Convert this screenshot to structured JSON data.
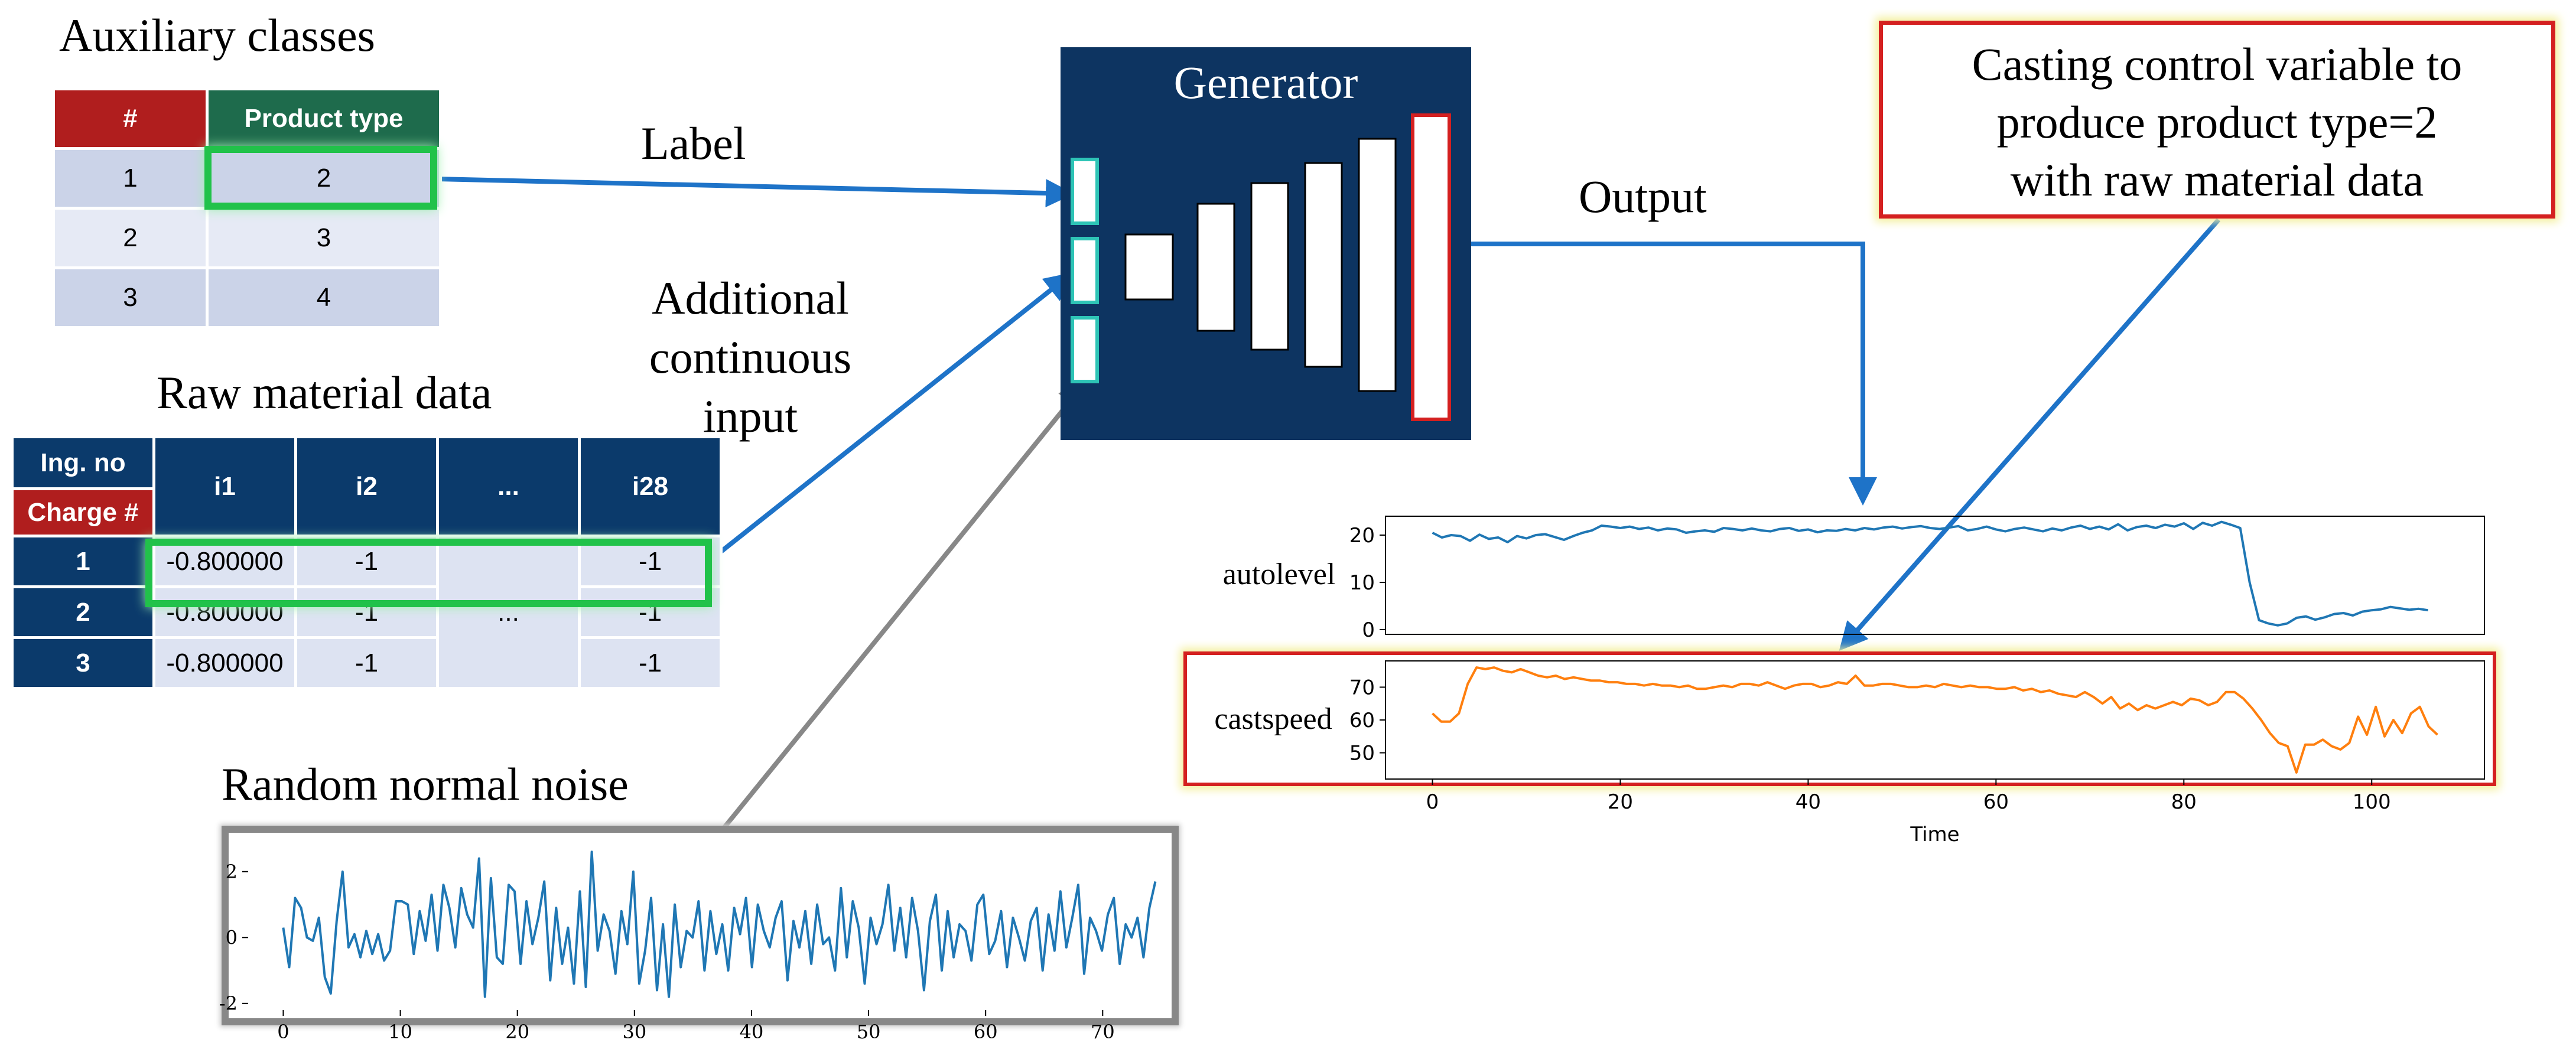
{
  "aux": {
    "title": "Auxiliary classes",
    "col_hash": "#",
    "col_product": "Product type",
    "rows": [
      {
        "num": "1",
        "type": "2"
      },
      {
        "num": "2",
        "type": "3"
      },
      {
        "num": "3",
        "type": "4"
      }
    ]
  },
  "raw": {
    "title": "Raw material data",
    "ing_label": "Ing. no",
    "charge_label": "Charge #",
    "cols": [
      "i1",
      "i2",
      "...",
      "i28"
    ],
    "rows": [
      {
        "charge": "1",
        "i1": "-0.800000",
        "i2": "-1",
        "i28": "-1"
      },
      {
        "charge": "2",
        "i1": "-0.800000",
        "i2": "-1",
        "i28": "-1"
      },
      {
        "charge": "3",
        "i1": "-0.800000",
        "i2": "-1",
        "i28": "-1"
      }
    ],
    "dots": "..."
  },
  "labels": {
    "label": "Label",
    "additional_1": "Additional",
    "additional_2": "continuous",
    "additional_3": "input",
    "generator": "Generator",
    "output": "Output",
    "noise_title": "Random normal noise",
    "callout_1": "Casting control variable to",
    "callout_2": "produce product type=2",
    "callout_3": "with raw material data"
  },
  "colors": {
    "navy": "#0d3461",
    "green_highlight": "#21c24a",
    "red": "#d42020",
    "arrow_blue": "#1e73c8",
    "arrow_gray": "#888888",
    "line_blue": "#1f77b4",
    "line_orange": "#ff7f0e"
  },
  "chart_data": [
    {
      "type": "line",
      "title": "",
      "xlabel": "",
      "ylabel": "",
      "xlim": [
        -3,
        77
      ],
      "ylim": [
        -2.2,
        3.0
      ],
      "xticks": [
        0,
        10,
        20,
        30,
        40,
        50,
        60,
        70
      ],
      "yticks": [
        -2,
        0,
        2
      ],
      "series": [
        {
          "x_start": 0,
          "values": [
            0.3,
            -0.9,
            1.2,
            0.9,
            0.0,
            -0.1,
            0.6,
            -1.2,
            -1.7,
            0.5,
            2.0,
            -0.3,
            0.1,
            -0.6,
            0.2,
            -0.5,
            0.1,
            -0.7,
            -0.4,
            1.1,
            1.1,
            1.0,
            -0.5,
            0.8,
            -0.1,
            1.3,
            -0.4,
            1.6,
            0.9,
            -0.3,
            1.5,
            0.7,
            0.3,
            2.4,
            -1.8,
            1.8,
            -0.6,
            -0.8,
            1.6,
            1.4,
            -0.8,
            1.1,
            -0.2,
            0.6,
            1.7,
            -1.3,
            0.9,
            -0.8,
            0.3,
            -1.4,
            1.4,
            -1.5,
            2.6,
            -0.4,
            0.7,
            0.2,
            -1.1,
            0.8,
            -0.2,
            2.0,
            -1.4,
            -0.4,
            1.2,
            -1.6,
            0.4,
            -1.8,
            1.0,
            -0.9,
            0.2,
            0.0,
            1.1,
            -1.0,
            0.8,
            -0.5,
            0.4,
            -1.0,
            0.9,
            0.1,
            1.2,
            -0.9,
            1.0,
            0.2,
            -0.3,
            0.6,
            1.1,
            -1.3,
            0.5,
            -0.3,
            0.8,
            -0.8,
            1.0,
            -0.2,
            0.0,
            -1.0,
            1.5,
            -0.6,
            1.1,
            0.3,
            -1.4,
            0.6,
            -0.2,
            0.4,
            1.6,
            -0.4,
            0.9,
            -0.6,
            1.2,
            0.2,
            -1.6,
            0.5,
            1.3,
            -1.0,
            0.8,
            -0.6,
            0.4,
            0.2,
            -0.7,
            1.0,
            1.3,
            -0.5,
            -0.1,
            0.8,
            -0.9,
            0.6,
            0.0,
            -0.7,
            0.5,
            0.9,
            -1.0,
            0.7,
            -0.4,
            1.4,
            -0.3,
            0.6,
            1.6,
            -1.1,
            0.6,
            0.2,
            -0.4,
            0.7,
            1.2,
            -0.8,
            0.4,
            0.0,
            0.6,
            -0.6,
            0.9,
            1.7
          ],
          "x_end": 74.5
        }
      ]
    },
    {
      "type": "line",
      "title": "",
      "ylabel": "autolevel",
      "xlim": [
        -5,
        112
      ],
      "ylim": [
        -1,
        24
      ],
      "yticks": [
        0,
        10,
        20
      ],
      "series": [
        {
          "x_start": 0,
          "x_end": 106,
          "values": [
            20.5,
            19.5,
            20.0,
            19.8,
            18.8,
            20.1,
            19.2,
            19.5,
            18.5,
            19.8,
            19.3,
            20.0,
            20.2,
            19.6,
            19.0,
            19.8,
            20.5,
            21.0,
            22.0,
            21.8,
            21.5,
            21.8,
            21.3,
            21.6,
            21.0,
            21.4,
            21.2,
            20.5,
            20.8,
            21.0,
            20.7,
            21.5,
            21.3,
            21.0,
            21.4,
            21.0,
            20.8,
            21.3,
            21.5,
            20.9,
            21.2,
            20.6,
            21.0,
            20.9,
            21.3,
            21.0,
            21.5,
            21.2,
            21.6,
            21.8,
            21.4,
            21.7,
            21.9,
            21.5,
            21.3,
            21.6,
            21.9,
            21.0,
            21.3,
            21.8,
            21.2,
            20.8,
            21.3,
            21.6,
            21.2,
            20.8,
            21.4,
            21.0,
            21.6,
            22.0,
            21.3,
            21.8,
            21.2,
            22.3,
            21.0,
            21.7,
            22.0,
            21.5,
            22.2,
            21.8,
            22.5,
            21.3,
            22.6,
            22.0,
            22.8,
            22.2,
            21.5,
            10.0,
            2.0,
            1.3,
            0.9,
            1.3,
            2.5,
            2.8,
            2.1,
            2.6,
            3.3,
            3.5,
            3.0,
            3.8,
            4.1,
            4.3,
            4.8,
            4.5,
            4.2,
            4.4,
            4.1
          ]
        }
      ]
    },
    {
      "type": "line",
      "title": "",
      "xlabel": "Time",
      "ylabel": "castspeed",
      "xlim": [
        -5,
        112
      ],
      "ylim": [
        42,
        78
      ],
      "xticks": [
        0,
        20,
        40,
        60,
        80,
        100
      ],
      "yticks": [
        50,
        60,
        70
      ],
      "series": [
        {
          "x_start": 0,
          "x_end": 107,
          "values": [
            62,
            59.5,
            59.5,
            62,
            71,
            76,
            75.5,
            76,
            75,
            74.5,
            75.5,
            74.5,
            73.5,
            73,
            73.5,
            72.5,
            73,
            72.5,
            72,
            72,
            71.5,
            71.5,
            71,
            71,
            70.5,
            71,
            70.5,
            70.5,
            70,
            70.5,
            69.5,
            69.5,
            70,
            70.5,
            70,
            71,
            71,
            70.5,
            71.5,
            70.5,
            69.5,
            70.5,
            71,
            71,
            70,
            70.5,
            71.5,
            71,
            73.5,
            70.5,
            70.5,
            71,
            71,
            70.5,
            70,
            70,
            70.5,
            70,
            71,
            70.5,
            70,
            70.5,
            70,
            70,
            69.5,
            69.5,
            70,
            69,
            69.5,
            68.5,
            69,
            68,
            67.5,
            67,
            68.5,
            67,
            65,
            67,
            63.5,
            65,
            63,
            64.5,
            63.5,
            64.5,
            65.5,
            64.5,
            66.5,
            66,
            64.5,
            65.5,
            68.5,
            68.5,
            66.5,
            63.5,
            60,
            56,
            53,
            52,
            44,
            52.5,
            52.5,
            54,
            52,
            51,
            53,
            61,
            55.5,
            64,
            55,
            60,
            56,
            62,
            64,
            58,
            55.5
          ]
        }
      ]
    }
  ]
}
